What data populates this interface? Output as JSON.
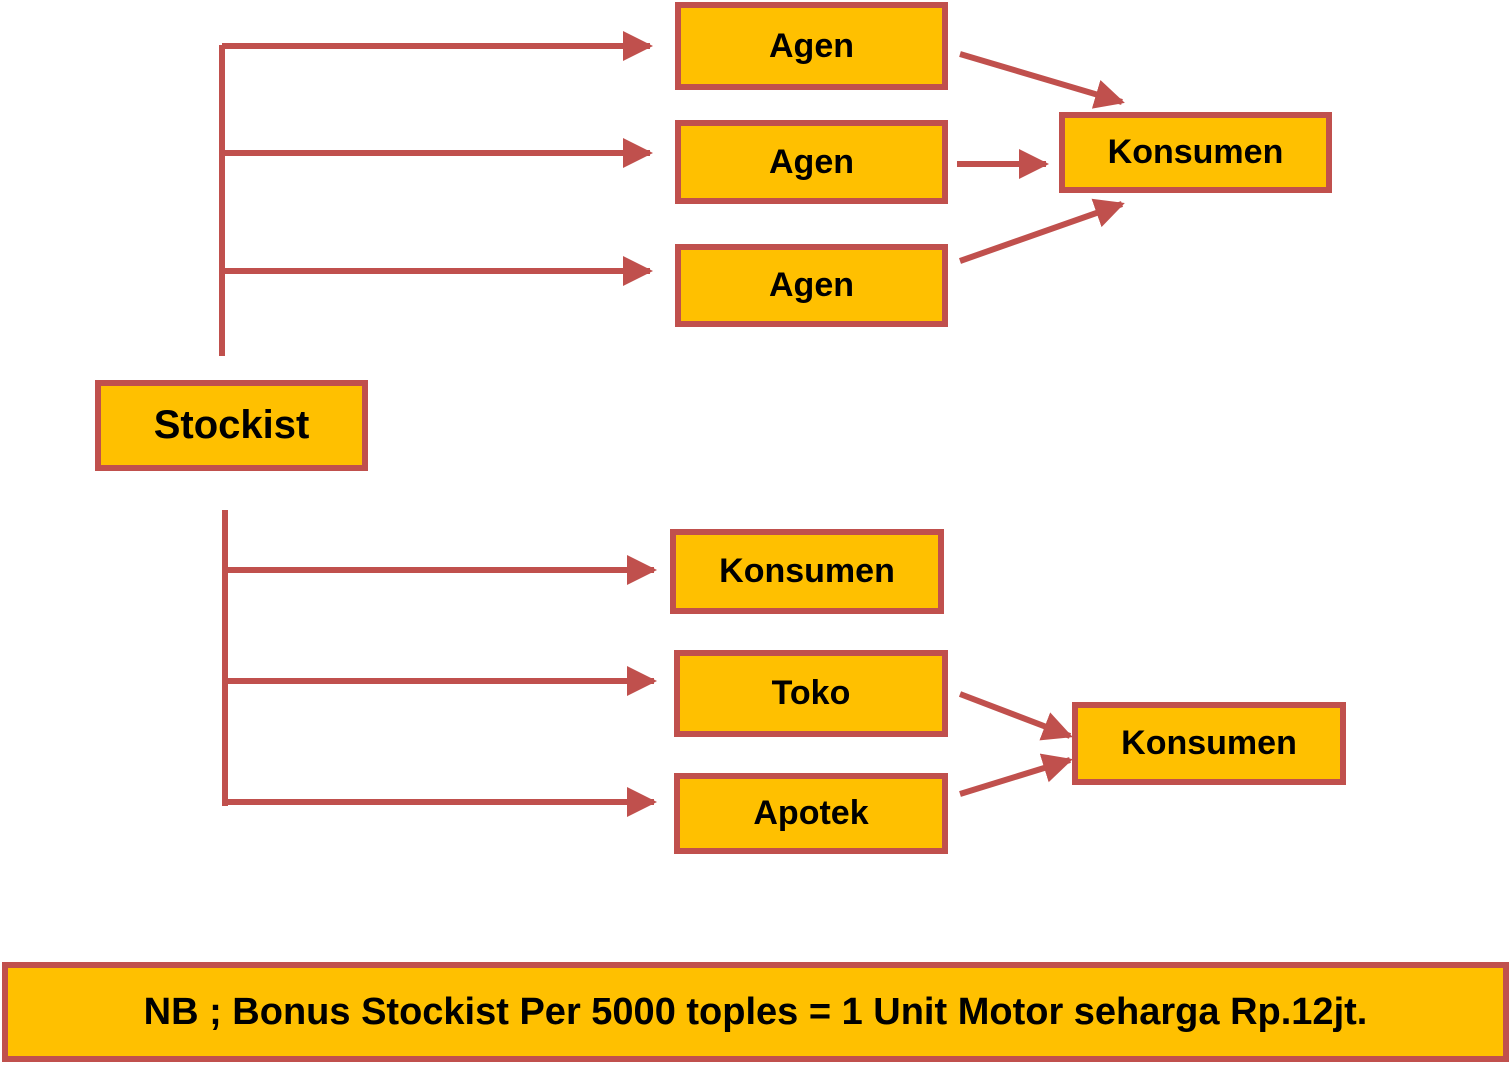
{
  "colors": {
    "fill": "#FFC000",
    "border": "#C0504D",
    "arrow": "#C0504D",
    "text": "#000000"
  },
  "nodes": {
    "stockist": "Stockist",
    "agen_1": "Agen",
    "agen_2": "Agen",
    "agen_3": "Agen",
    "konsumen_agen": "Konsumen",
    "konsumen_direct": "Konsumen",
    "toko": "Toko",
    "apotek": "Apotek",
    "konsumen_retail": "Konsumen"
  },
  "note": "NB ; Bonus Stockist Per 5000 toples = 1 Unit Motor seharga Rp.12jt."
}
